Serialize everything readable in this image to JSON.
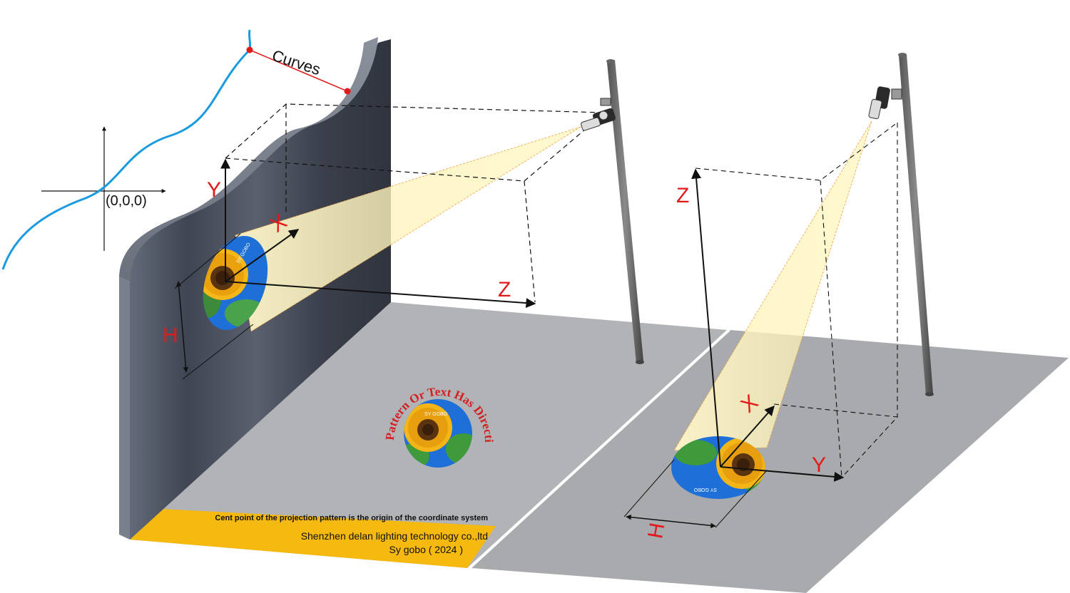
{
  "diagram": {
    "curves_label": "Curves",
    "origin_label": "(0,0,0)",
    "wall_axes": {
      "x": "X",
      "y": "Y",
      "z": "Z",
      "h": "H"
    },
    "floor_axes": {
      "x": "X",
      "y": "Y",
      "z": "Z",
      "h": "H"
    },
    "arc_text": "Pattern Or Text Has Directions",
    "gobo_tag": "SY GOBO",
    "footer": {
      "line1": "Cent point of the projection pattern is the origin of the coordinate system",
      "line2": "Shenzhen delan lighting technology co.,ltd",
      "line3": "Sy gobo ( 2024 )"
    },
    "colors": {
      "wall": "#4b5260",
      "floor": "#b0b2b6",
      "floor_right": "#a7a9ad",
      "footer_band": "#f5b90f",
      "beam": "#fff1a8",
      "gobo_sky": "#1f6fd8",
      "axis_label": "#e11b1b",
      "curve": "#1a9be0"
    },
    "icons": [
      "projector-icon",
      "pole-icon",
      "sunflower-gobo-icon"
    ]
  }
}
